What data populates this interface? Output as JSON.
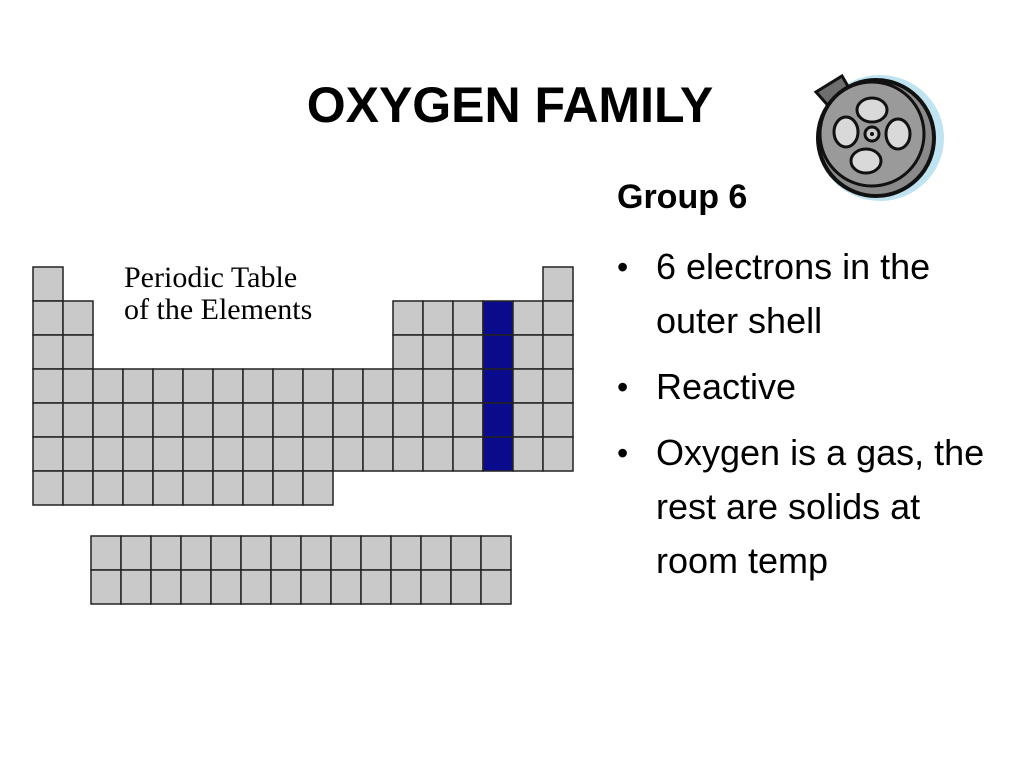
{
  "slide": {
    "title": "OXYGEN FAMILY",
    "group_heading": "Group 6",
    "bullets": [
      "6 electrons in the outer shell",
      "Reactive",
      "Oxygen is a gas, the rest are solids at room temp"
    ]
  },
  "periodic_table": {
    "label_line1": "Periodic Table",
    "label_line2": "of the Elements",
    "highlighted_group_label": "Group 6",
    "colors": {
      "cell": "#c9c9c9",
      "highlight": "#0a0a8c",
      "border": "#222222"
    }
  },
  "icons": {
    "film": "film-reel-icon"
  }
}
